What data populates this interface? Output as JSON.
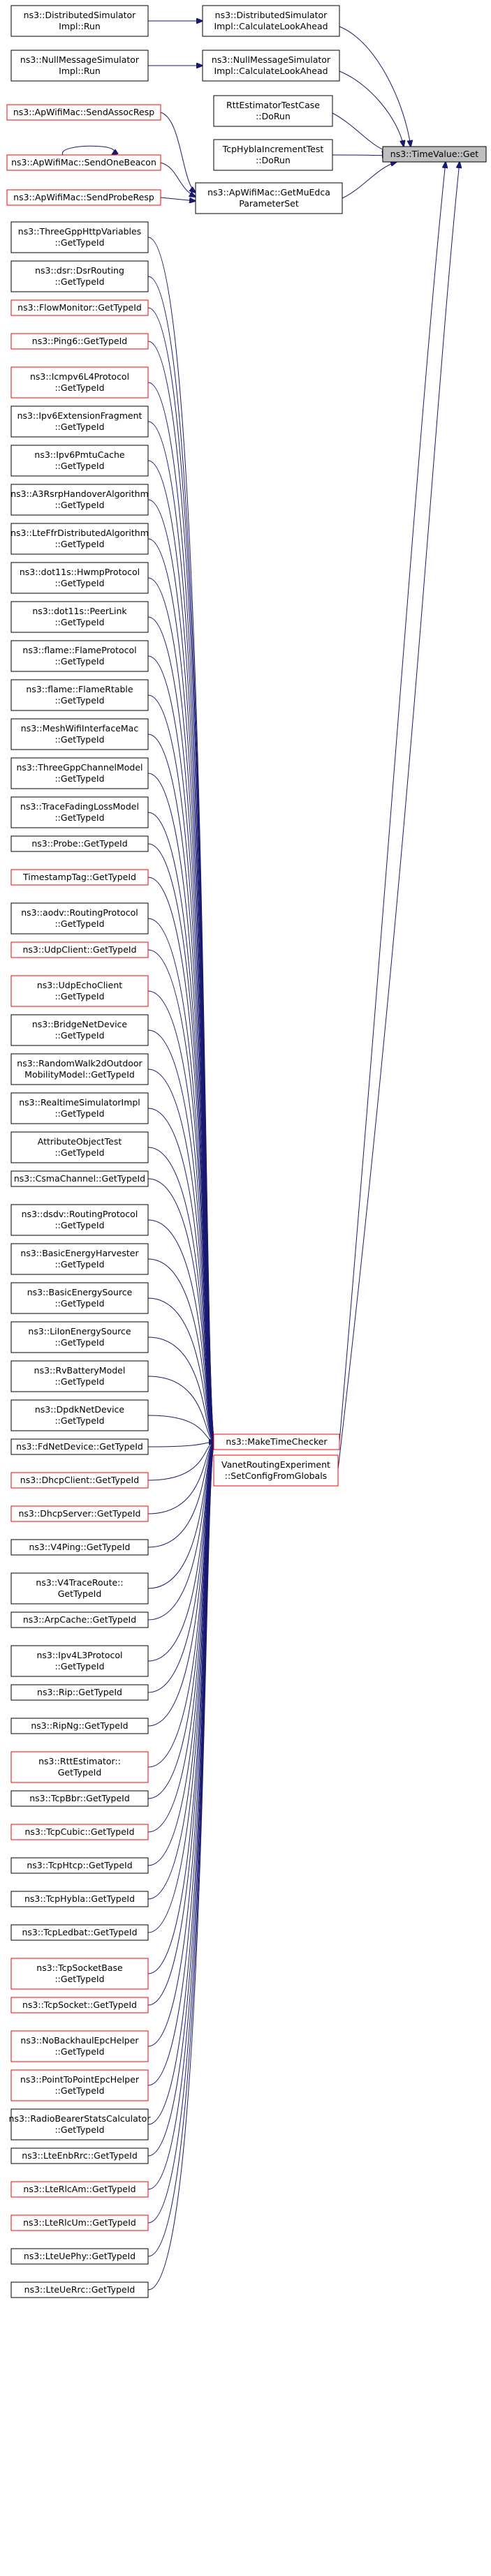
{
  "colors": {
    "edge": "#191970",
    "border_normal": "#000000",
    "border_truncated": "#ff0000",
    "target_fill": "#bfbfbf",
    "node_fill": "#ffffff"
  },
  "target": {
    "lines": [
      "ns3::TimeValue::Get"
    ]
  },
  "hub": {
    "lines": [
      "ns3::MakeTimeChecker"
    ]
  },
  "nodes": {
    "dist_run": {
      "lines": [
        "ns3::DistributedSimulator",
        "Impl::Run"
      ],
      "truncated": false
    },
    "dist_calc": {
      "lines": [
        "ns3::DistributedSimulator",
        "Impl::CalculateLookAhead"
      ],
      "truncated": false
    },
    "null_run": {
      "lines": [
        "ns3::NullMessageSimulator",
        "Impl::Run"
      ],
      "truncated": false
    },
    "null_calc": {
      "lines": [
        "ns3::NullMessageSimulator",
        "Impl::CalculateLookAhead"
      ],
      "truncated": false
    },
    "rtt_test": {
      "lines": [
        "RttEstimatorTestCase",
        "::DoRun"
      ],
      "truncated": false
    },
    "tcp_hybla": {
      "lines": [
        "TcpHyblaIncrementTest",
        "::DoRun"
      ],
      "truncated": false
    },
    "assoc": {
      "lines": [
        "ns3::ApWifiMac::SendAssocResp"
      ],
      "truncated": true
    },
    "beacon": {
      "lines": [
        "ns3::ApWifiMac::SendOneBeacon"
      ],
      "truncated": true
    },
    "probe": {
      "lines": [
        "ns3::ApWifiMac::SendProbeResp"
      ],
      "truncated": true
    },
    "mu_edca": {
      "lines": [
        "ns3::ApWifiMac::GetMuEdca",
        "ParameterSet"
      ],
      "truncated": false
    },
    "vanet": {
      "lines": [
        "VanetRoutingExperiment",
        "::SetConfigFromGlobals"
      ],
      "truncated": true
    }
  },
  "callers": [
    {
      "lines": [
        "ns3::ThreeGppHttpVariables",
        "::GetTypeId"
      ],
      "truncated": false
    },
    {
      "lines": [
        "ns3::dsr::DsrRouting",
        "::GetTypeId"
      ],
      "truncated": false
    },
    {
      "lines": [
        "ns3::FlowMonitor::GetTypeId"
      ],
      "truncated": true
    },
    {
      "lines": [
        "ns3::Ping6::GetTypeId"
      ],
      "truncated": true
    },
    {
      "lines": [
        "ns3::Icmpv6L4Protocol",
        "::GetTypeId"
      ],
      "truncated": true
    },
    {
      "lines": [
        "ns3::Ipv6ExtensionFragment",
        "::GetTypeId"
      ],
      "truncated": false
    },
    {
      "lines": [
        "ns3::Ipv6PmtuCache",
        "::GetTypeId"
      ],
      "truncated": false
    },
    {
      "lines": [
        "ns3::A3RsrpHandoverAlgorithm",
        "::GetTypeId"
      ],
      "truncated": false
    },
    {
      "lines": [
        "ns3::LteFfrDistributedAlgorithm",
        "::GetTypeId"
      ],
      "truncated": false
    },
    {
      "lines": [
        "ns3::dot11s::HwmpProtocol",
        "::GetTypeId"
      ],
      "truncated": false
    },
    {
      "lines": [
        "ns3::dot11s::PeerLink",
        "::GetTypeId"
      ],
      "truncated": false
    },
    {
      "lines": [
        "ns3::flame::FlameProtocol",
        "::GetTypeId"
      ],
      "truncated": false
    },
    {
      "lines": [
        "ns3::flame::FlameRtable",
        "::GetTypeId"
      ],
      "truncated": false
    },
    {
      "lines": [
        "ns3::MeshWifiInterfaceMac",
        "::GetTypeId"
      ],
      "truncated": false
    },
    {
      "lines": [
        "ns3::ThreeGppChannelModel",
        "::GetTypeId"
      ],
      "truncated": false
    },
    {
      "lines": [
        "ns3::TraceFadingLossModel",
        "::GetTypeId"
      ],
      "truncated": false
    },
    {
      "lines": [
        "ns3::Probe::GetTypeId"
      ],
      "truncated": false
    },
    {
      "lines": [
        "TimestampTag::GetTypeId"
      ],
      "truncated": true
    },
    {
      "lines": [
        "ns3::aodv::RoutingProtocol",
        "::GetTypeId"
      ],
      "truncated": false
    },
    {
      "lines": [
        "ns3::UdpClient::GetTypeId"
      ],
      "truncated": true
    },
    {
      "lines": [
        "ns3::UdpEchoClient",
        "::GetTypeId"
      ],
      "truncated": true
    },
    {
      "lines": [
        "ns3::BridgeNetDevice",
        "::GetTypeId"
      ],
      "truncated": false
    },
    {
      "lines": [
        "ns3::RandomWalk2dOutdoor",
        "MobilityModel::GetTypeId"
      ],
      "truncated": false
    },
    {
      "lines": [
        "ns3::RealtimeSimulatorImpl",
        "::GetTypeId"
      ],
      "truncated": false
    },
    {
      "lines": [
        "AttributeObjectTest",
        "::GetTypeId"
      ],
      "truncated": false
    },
    {
      "lines": [
        "ns3::CsmaChannel::GetTypeId"
      ],
      "truncated": false
    },
    {
      "lines": [
        "ns3::dsdv::RoutingProtocol",
        "::GetTypeId"
      ],
      "truncated": false
    },
    {
      "lines": [
        "ns3::BasicEnergyHarvester",
        "::GetTypeId"
      ],
      "truncated": false
    },
    {
      "lines": [
        "ns3::BasicEnergySource",
        "::GetTypeId"
      ],
      "truncated": false
    },
    {
      "lines": [
        "ns3::LiIonEnergySource",
        "::GetTypeId"
      ],
      "truncated": false
    },
    {
      "lines": [
        "ns3::RvBatteryModel",
        "::GetTypeId"
      ],
      "truncated": false
    },
    {
      "lines": [
        "ns3::DpdkNetDevice",
        "::GetTypeId"
      ],
      "truncated": false
    },
    {
      "lines": [
        "ns3::FdNetDevice::GetTypeId"
      ],
      "truncated": false
    },
    {
      "lines": [
        "ns3::DhcpClient::GetTypeId"
      ],
      "truncated": true
    },
    {
      "lines": [
        "ns3::DhcpServer::GetTypeId"
      ],
      "truncated": true
    },
    {
      "lines": [
        "ns3::V4Ping::GetTypeId"
      ],
      "truncated": false
    },
    {
      "lines": [
        "ns3::V4TraceRoute::",
        "GetTypeId"
      ],
      "truncated": false
    },
    {
      "lines": [
        "ns3::ArpCache::GetTypeId"
      ],
      "truncated": false
    },
    {
      "lines": [
        "ns3::Ipv4L3Protocol",
        "::GetTypeId"
      ],
      "truncated": false
    },
    {
      "lines": [
        "ns3::Rip::GetTypeId"
      ],
      "truncated": false
    },
    {
      "lines": [
        "ns3::RipNg::GetTypeId"
      ],
      "truncated": false
    },
    {
      "lines": [
        "ns3::RttEstimator::",
        "GetTypeId"
      ],
      "truncated": true
    },
    {
      "lines": [
        "ns3::TcpBbr::GetTypeId"
      ],
      "truncated": false
    },
    {
      "lines": [
        "ns3::TcpCubic::GetTypeId"
      ],
      "truncated": true
    },
    {
      "lines": [
        "ns3::TcpHtcp::GetTypeId"
      ],
      "truncated": false
    },
    {
      "lines": [
        "ns3::TcpHybla::GetTypeId"
      ],
      "truncated": false
    },
    {
      "lines": [
        "ns3::TcpLedbat::GetTypeId"
      ],
      "truncated": false
    },
    {
      "lines": [
        "ns3::TcpSocketBase",
        "::GetTypeId"
      ],
      "truncated": true
    },
    {
      "lines": [
        "ns3::TcpSocket::GetTypeId"
      ],
      "truncated": true
    },
    {
      "lines": [
        "ns3::NoBackhaulEpcHelper",
        "::GetTypeId"
      ],
      "truncated": true
    },
    {
      "lines": [
        "ns3::PointToPointEpcHelper",
        "::GetTypeId"
      ],
      "truncated": true
    },
    {
      "lines": [
        "ns3::RadioBearerStatsCalculator",
        "::GetTypeId"
      ],
      "truncated": false
    },
    {
      "lines": [
        "ns3::LteEnbRrc::GetTypeId"
      ],
      "truncated": false
    },
    {
      "lines": [
        "ns3::LteRlcAm::GetTypeId"
      ],
      "truncated": true
    },
    {
      "lines": [
        "ns3::LteRlcUm::GetTypeId"
      ],
      "truncated": true
    },
    {
      "lines": [
        "ns3::LteUePhy::GetTypeId"
      ],
      "truncated": false
    },
    {
      "lines": [
        "ns3::LteUeRrc::GetTypeId"
      ],
      "truncated": false
    }
  ]
}
